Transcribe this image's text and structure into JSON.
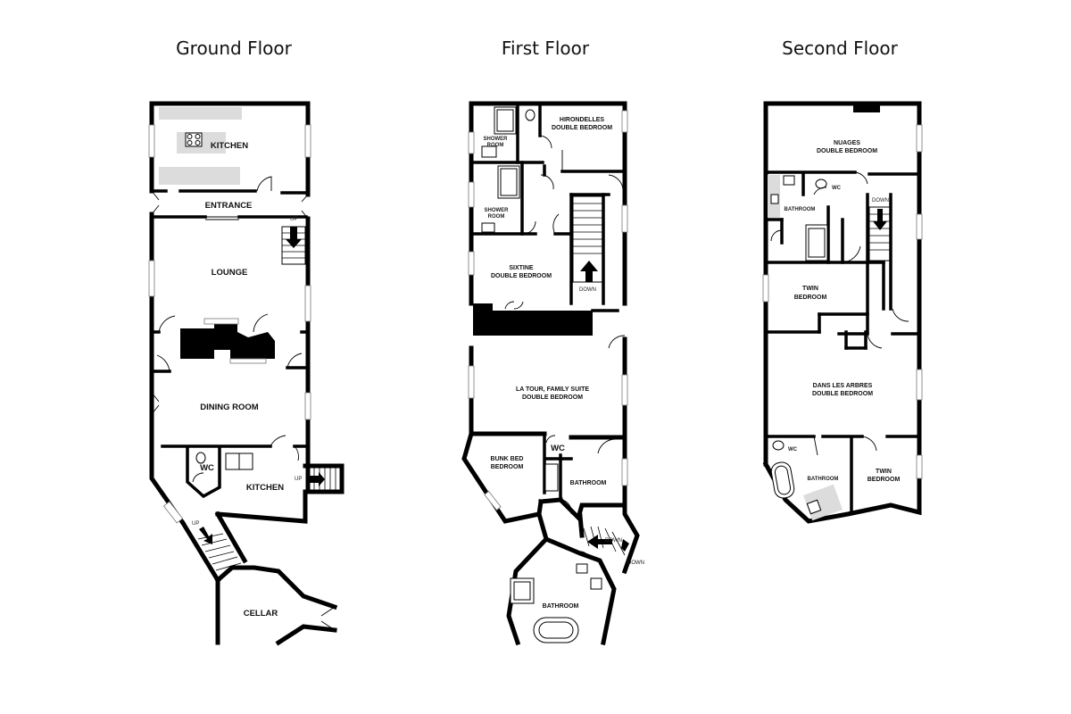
{
  "floors": {
    "ground": {
      "title": "Ground Floor",
      "rooms": {
        "kitchen_top": "KITCHEN",
        "entrance": "ENTRANCE",
        "lounge": "LOUNGE",
        "dining_room": "DINING ROOM",
        "wc": "WC",
        "kitchen_bottom": "KITCHEN",
        "cellar": "CELLAR"
      },
      "notes": {
        "up_stairs": "UP",
        "up_cellar": "UP",
        "up_small": "UP"
      }
    },
    "first": {
      "title": "First Floor",
      "rooms": {
        "hirondelles_1": "HIRONDELLES",
        "hirondelles_2": "DOUBLE BEDROOM",
        "shower_room_a_1": "SHOWER",
        "shower_room_a_2": "ROOM",
        "shower_room_b_1": "SHOWER",
        "shower_room_b_2": "ROOM",
        "sixtine_1": "SIXTINE",
        "sixtine_2": "DOUBLE BEDROOM",
        "latour_1": "LA TOUR, FAMILY SUITE",
        "latour_2": "DOUBLE BEDROOM",
        "bunk_1": "BUNK BED",
        "bunk_2": "BEDROOM",
        "wc": "WC",
        "bathroom": "BATHROOM",
        "bathroom_tower": "BATHROOM"
      },
      "notes": {
        "down_main": "DOWN",
        "down_tower_1": "DOWN",
        "down_tower_2": "DOWN"
      }
    },
    "second": {
      "title": "Second Floor",
      "rooms": {
        "nuages_1": "NUAGES",
        "nuages_2": "DOUBLE BEDROOM",
        "wc_top": "WC",
        "bathroom_top": "BATHROOM",
        "twin_top_1": "TWIN",
        "twin_top_2": "BEDROOM",
        "arbres_1": "DANS LES ARBRES",
        "arbres_2": "DOUBLE BEDROOM",
        "wc_bottom": "WC",
        "bathroom_bottom": "BATHROOM",
        "twin_bottom_1": "TWIN",
        "twin_bottom_2": "BEDROOM"
      },
      "notes": {
        "down": "DOWN"
      }
    }
  }
}
